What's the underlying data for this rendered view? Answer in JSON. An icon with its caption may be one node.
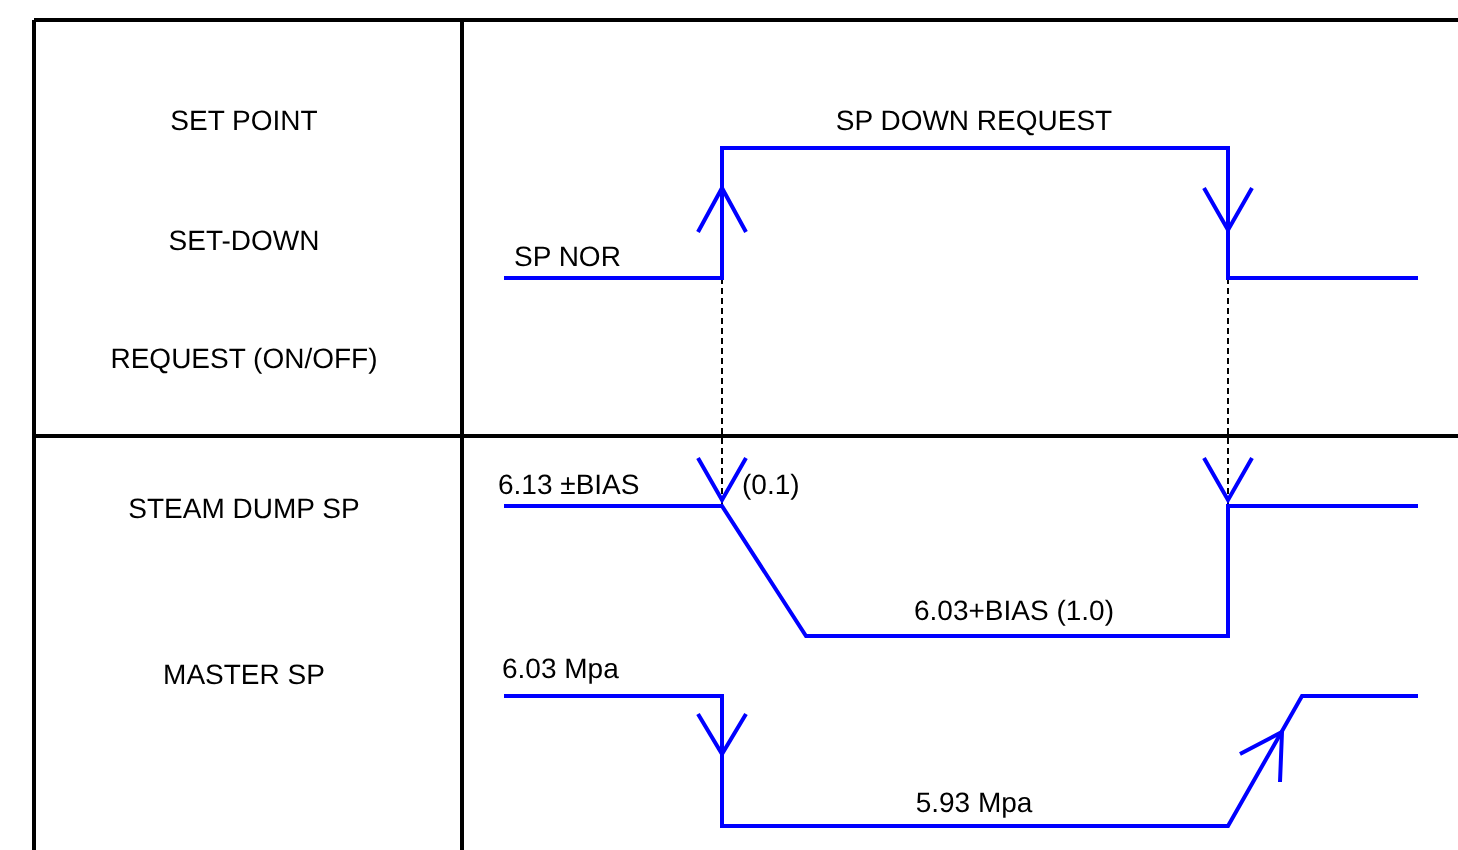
{
  "diagram": {
    "labels": [
      "SET POINT",
      "SP DOWN REQUEST",
      "SET-DOWN",
      "SP NOR",
      "REQUEST (ON/OFF)",
      "STEAM DUMP SP",
      "6.13 ±BIAS",
      "(0.1)",
      "6.03+BIAS (1.0)",
      "MASTER SP",
      "6.03 Mpa",
      "5.93 Mpa"
    ]
  }
}
